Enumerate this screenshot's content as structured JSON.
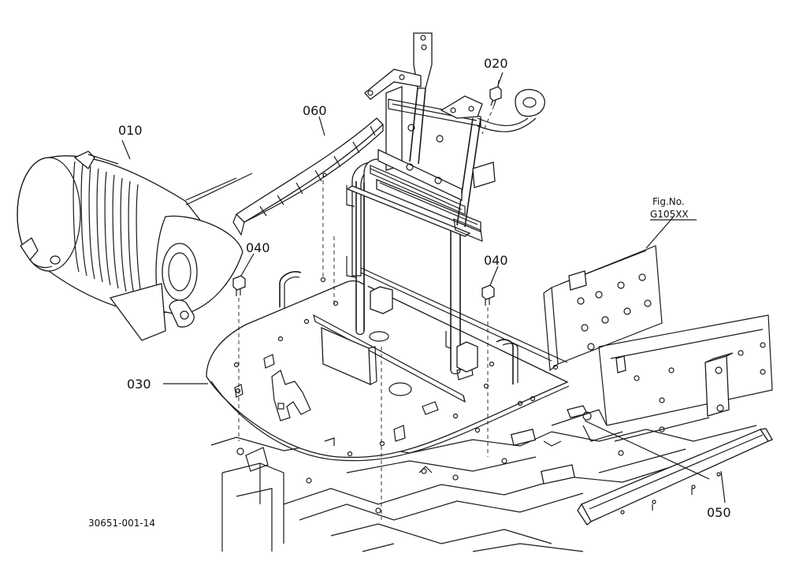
{
  "callouts": {
    "p010": "010",
    "p020": "020",
    "p030": "030",
    "p040a": "040",
    "p040b": "040",
    "p050": "050",
    "p060": "060"
  },
  "figref": {
    "label": "Fig.No.",
    "number": "G105XX"
  },
  "drawing_id": "30651-001-14"
}
